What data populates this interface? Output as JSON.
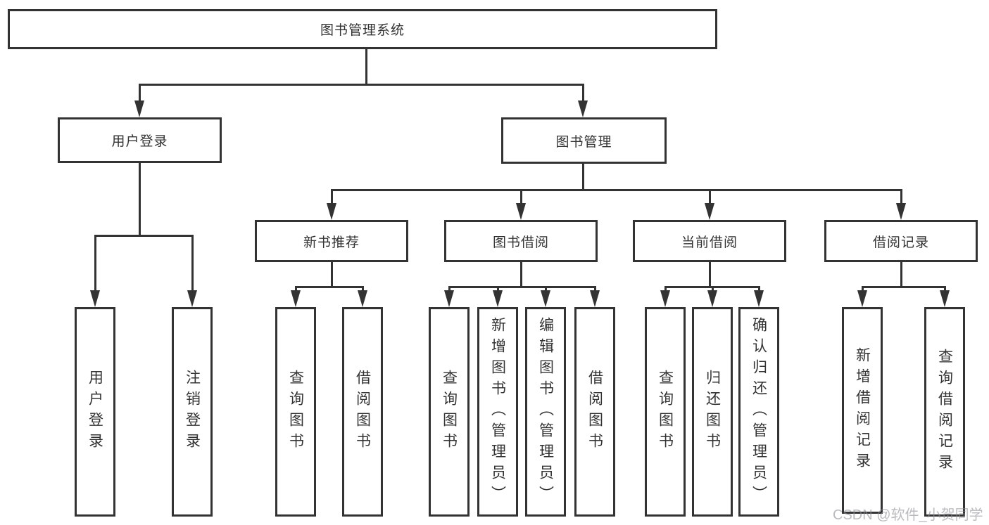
{
  "diagram": {
    "root": "图书管理系统",
    "branches": {
      "user_login": {
        "label": "用户登录",
        "children": [
          "用户登录",
          "注销登录"
        ]
      },
      "book_mgmt": {
        "label": "图书管理",
        "sections": [
          {
            "label": "新书推荐",
            "children": [
              "查询图书",
              "借阅图书"
            ]
          },
          {
            "label": "图书借阅",
            "children": [
              "查询图书",
              "新增图书（管理员）",
              "编辑图书（管理员）",
              "借阅图书"
            ]
          },
          {
            "label": "当前借阅",
            "children": [
              "查询图书",
              "归还图书",
              "确认归还（管理员）"
            ]
          },
          {
            "label": "借阅记录",
            "children": [
              "新增借阅记录",
              "查询借阅记录"
            ]
          }
        ]
      }
    }
  },
  "watermark": "CSDN @软件_小贺同学",
  "colors": {
    "line": "#333333",
    "text": "#333333",
    "background": "#ffffff",
    "watermark": "#8c8e94"
  }
}
